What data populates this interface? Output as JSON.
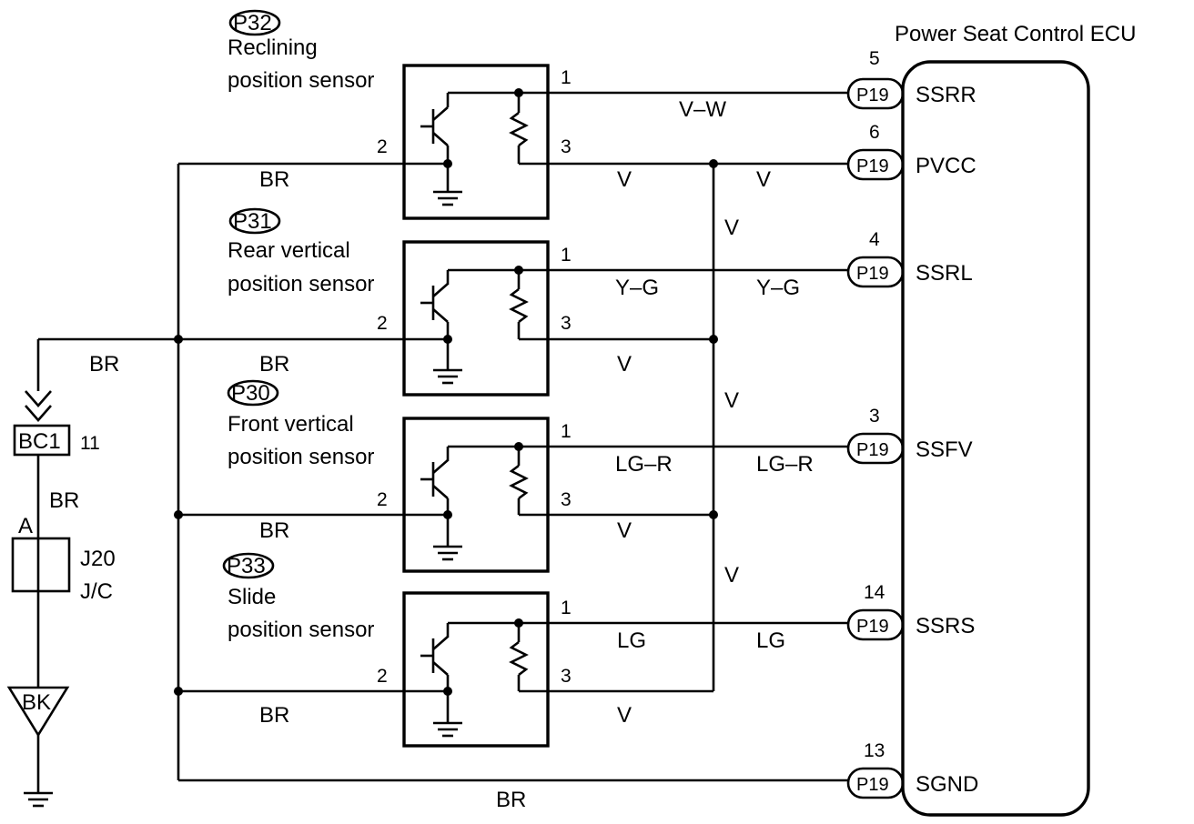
{
  "ecu": {
    "title": "Power Seat Control ECU",
    "connector": "P19",
    "terminals": [
      {
        "pin": "5",
        "name": "SSRR"
      },
      {
        "pin": "6",
        "name": "PVCC"
      },
      {
        "pin": "4",
        "name": "SSRL"
      },
      {
        "pin": "3",
        "name": "SSFV"
      },
      {
        "pin": "14",
        "name": "SSRS"
      },
      {
        "pin": "13",
        "name": "SGND"
      }
    ]
  },
  "sensors": [
    {
      "connector": "P32",
      "name_line1": "Reclining",
      "name_line2": "position sensor",
      "pin1": "1",
      "pin2": "2",
      "pin3": "3",
      "signal_wire": "V–W",
      "signal_wire_right": "",
      "supply_wire": "V",
      "ground_wire": "BR"
    },
    {
      "connector": "P31",
      "name_line1": "Rear vertical",
      "name_line2": "position sensor",
      "pin1": "1",
      "pin2": "2",
      "pin3": "3",
      "signal_wire": "Y–G",
      "signal_wire_right": "Y–G",
      "supply_wire": "V",
      "ground_wire": "BR"
    },
    {
      "connector": "P30",
      "name_line1": "Front vertical",
      "name_line2": "position sensor",
      "pin1": "1",
      "pin2": "2",
      "pin3": "3",
      "signal_wire": "LG–R",
      "signal_wire_right": "LG–R",
      "supply_wire": "V",
      "ground_wire": "BR"
    },
    {
      "connector": "P33",
      "name_line1": "Slide",
      "name_line2": "position sensor",
      "pin1": "1",
      "pin2": "2",
      "pin3": "3",
      "signal_wire": "LG",
      "signal_wire_right": "LG",
      "supply_wire": "V",
      "ground_wire": "BR"
    }
  ],
  "wires": {
    "pvcc_right": "V",
    "supply_bus": [
      "V",
      "V",
      "V"
    ],
    "ground_left": "BR",
    "ground_bottom": "BR",
    "ground_down": "BR"
  },
  "ground_path": {
    "connector": "BC1",
    "connector_pin": "11",
    "junction_terminal": "A",
    "junction_name": "J20",
    "junction_type": "J/C",
    "ground_point": "BK"
  }
}
